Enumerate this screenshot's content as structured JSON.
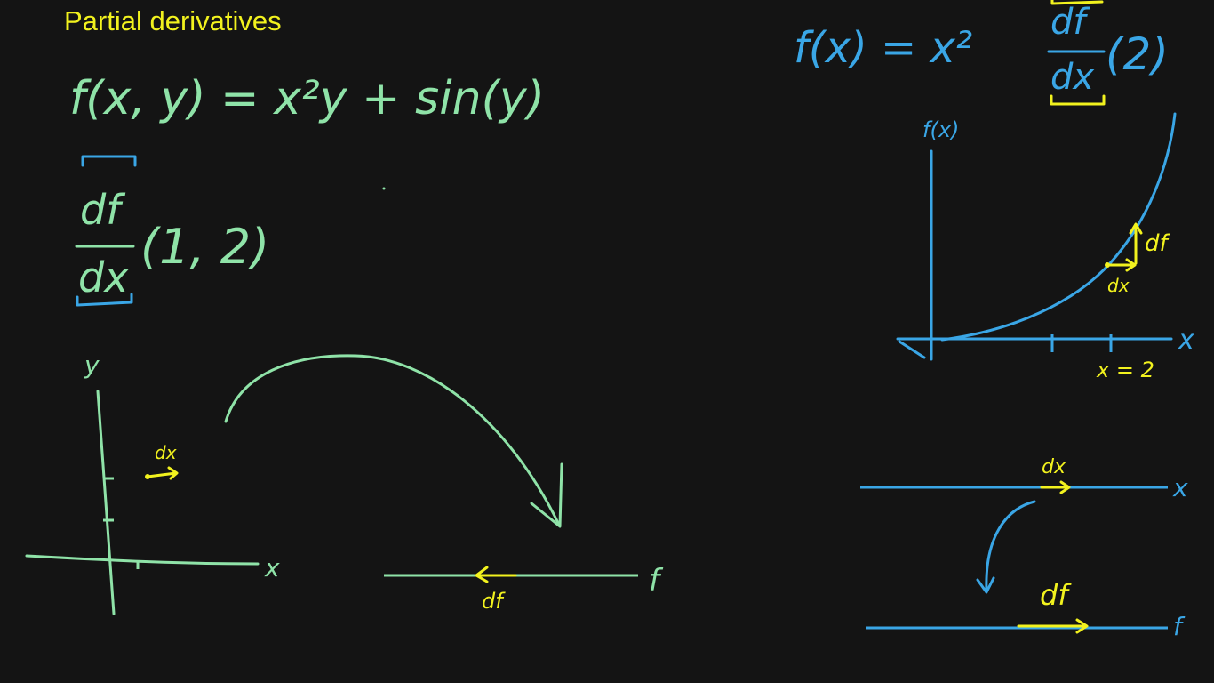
{
  "title": "Partial derivatives",
  "colors": {
    "background": "#141414",
    "green": "#8fe3a8",
    "blue": "#3aa6e6",
    "yellow": "#f2f21e"
  },
  "left": {
    "function": "f(x, y) = x²y + sin(y)",
    "partial_numerator": "df",
    "partial_denominator": "dx",
    "partial_point": "(1, 2)",
    "graph_y_label": "y",
    "graph_x_label": "x",
    "nudge_label": "dx",
    "output_axis_label": "f",
    "output_nudge_label": "df"
  },
  "right": {
    "function": "f(x) = x²",
    "derivative_numerator": "df",
    "derivative_denominator": "dx",
    "derivative_point": "(2)",
    "graph_y_label": "f(x)",
    "graph_x_label": "x",
    "point_label": "x = 2",
    "rise_label": "df",
    "run_label": "dx",
    "line_x_label": "x",
    "line_x_nudge": "dx",
    "line_f_label": "f",
    "line_f_nudge": "df"
  }
}
